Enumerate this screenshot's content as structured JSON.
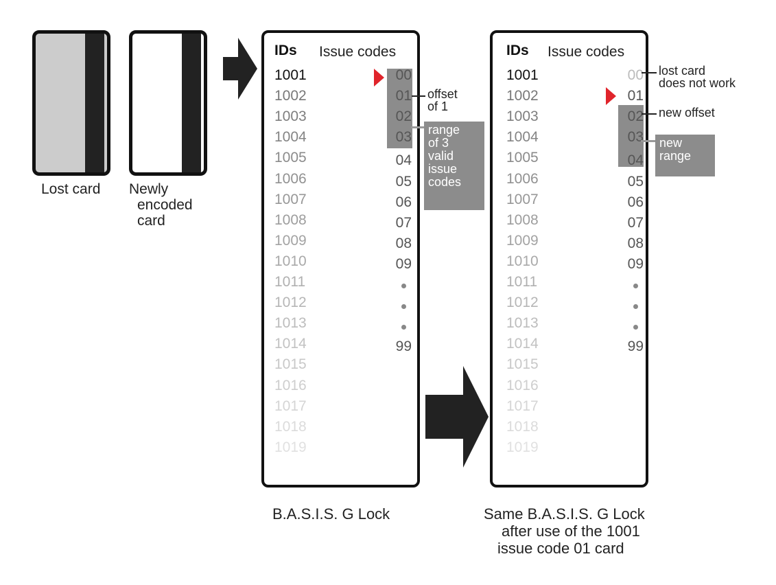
{
  "cards": {
    "lost_label": "Lost card",
    "new_label_lines": [
      "Newly",
      "encoded",
      "card"
    ]
  },
  "panel1": {
    "ids_header": "IDs",
    "codes_header": "Issue codes",
    "ids": [
      "1001",
      "1002",
      "1003",
      "1004",
      "1005",
      "1006",
      "1007",
      "1008",
      "1009",
      "1010",
      "1011",
      "1012",
      "1013",
      "1014",
      "1015",
      "1016",
      "1017",
      "1018",
      "1019"
    ],
    "codes": [
      "00",
      "01",
      "02",
      "03",
      "04",
      "05",
      "06",
      "07",
      "08",
      "09"
    ],
    "last_code": "99",
    "offset_note_lines": [
      "offset",
      "of 1"
    ],
    "range_note_lines": [
      "range",
      "of 3",
      "valid",
      "issue",
      "codes"
    ],
    "caption_lines": [
      "B.A.S.I.S. G Lock"
    ]
  },
  "panel2": {
    "ids_header": "IDs",
    "codes_header": "Issue codes",
    "ids": [
      "1001",
      "1002",
      "1003",
      "1004",
      "1005",
      "1006",
      "1007",
      "1008",
      "1009",
      "1010",
      "1011",
      "1012",
      "1013",
      "1014",
      "1015",
      "1016",
      "1017",
      "1018",
      "1019"
    ],
    "codes": [
      "00",
      "01",
      "02",
      "03",
      "04",
      "05",
      "06",
      "07",
      "08",
      "09"
    ],
    "last_code": "99",
    "lost_note_lines": [
      "lost card",
      "does not work"
    ],
    "offset_note_lines": [
      "new offset"
    ],
    "range_note_lines": [
      "new",
      "range"
    ],
    "caption_lines": [
      "Same B.A.S.I.S. G Lock",
      "after use of the 1001",
      "issue code 01 card"
    ]
  },
  "colors": {
    "pointer": "#e0242b",
    "highlight": "#8c8c8c",
    "arrow": "#222222",
    "lost_card_fill": "#cccccc"
  },
  "icons": {
    "pointer": "red-triangle-pointer-icon",
    "arrow": "right-arrow-icon"
  }
}
